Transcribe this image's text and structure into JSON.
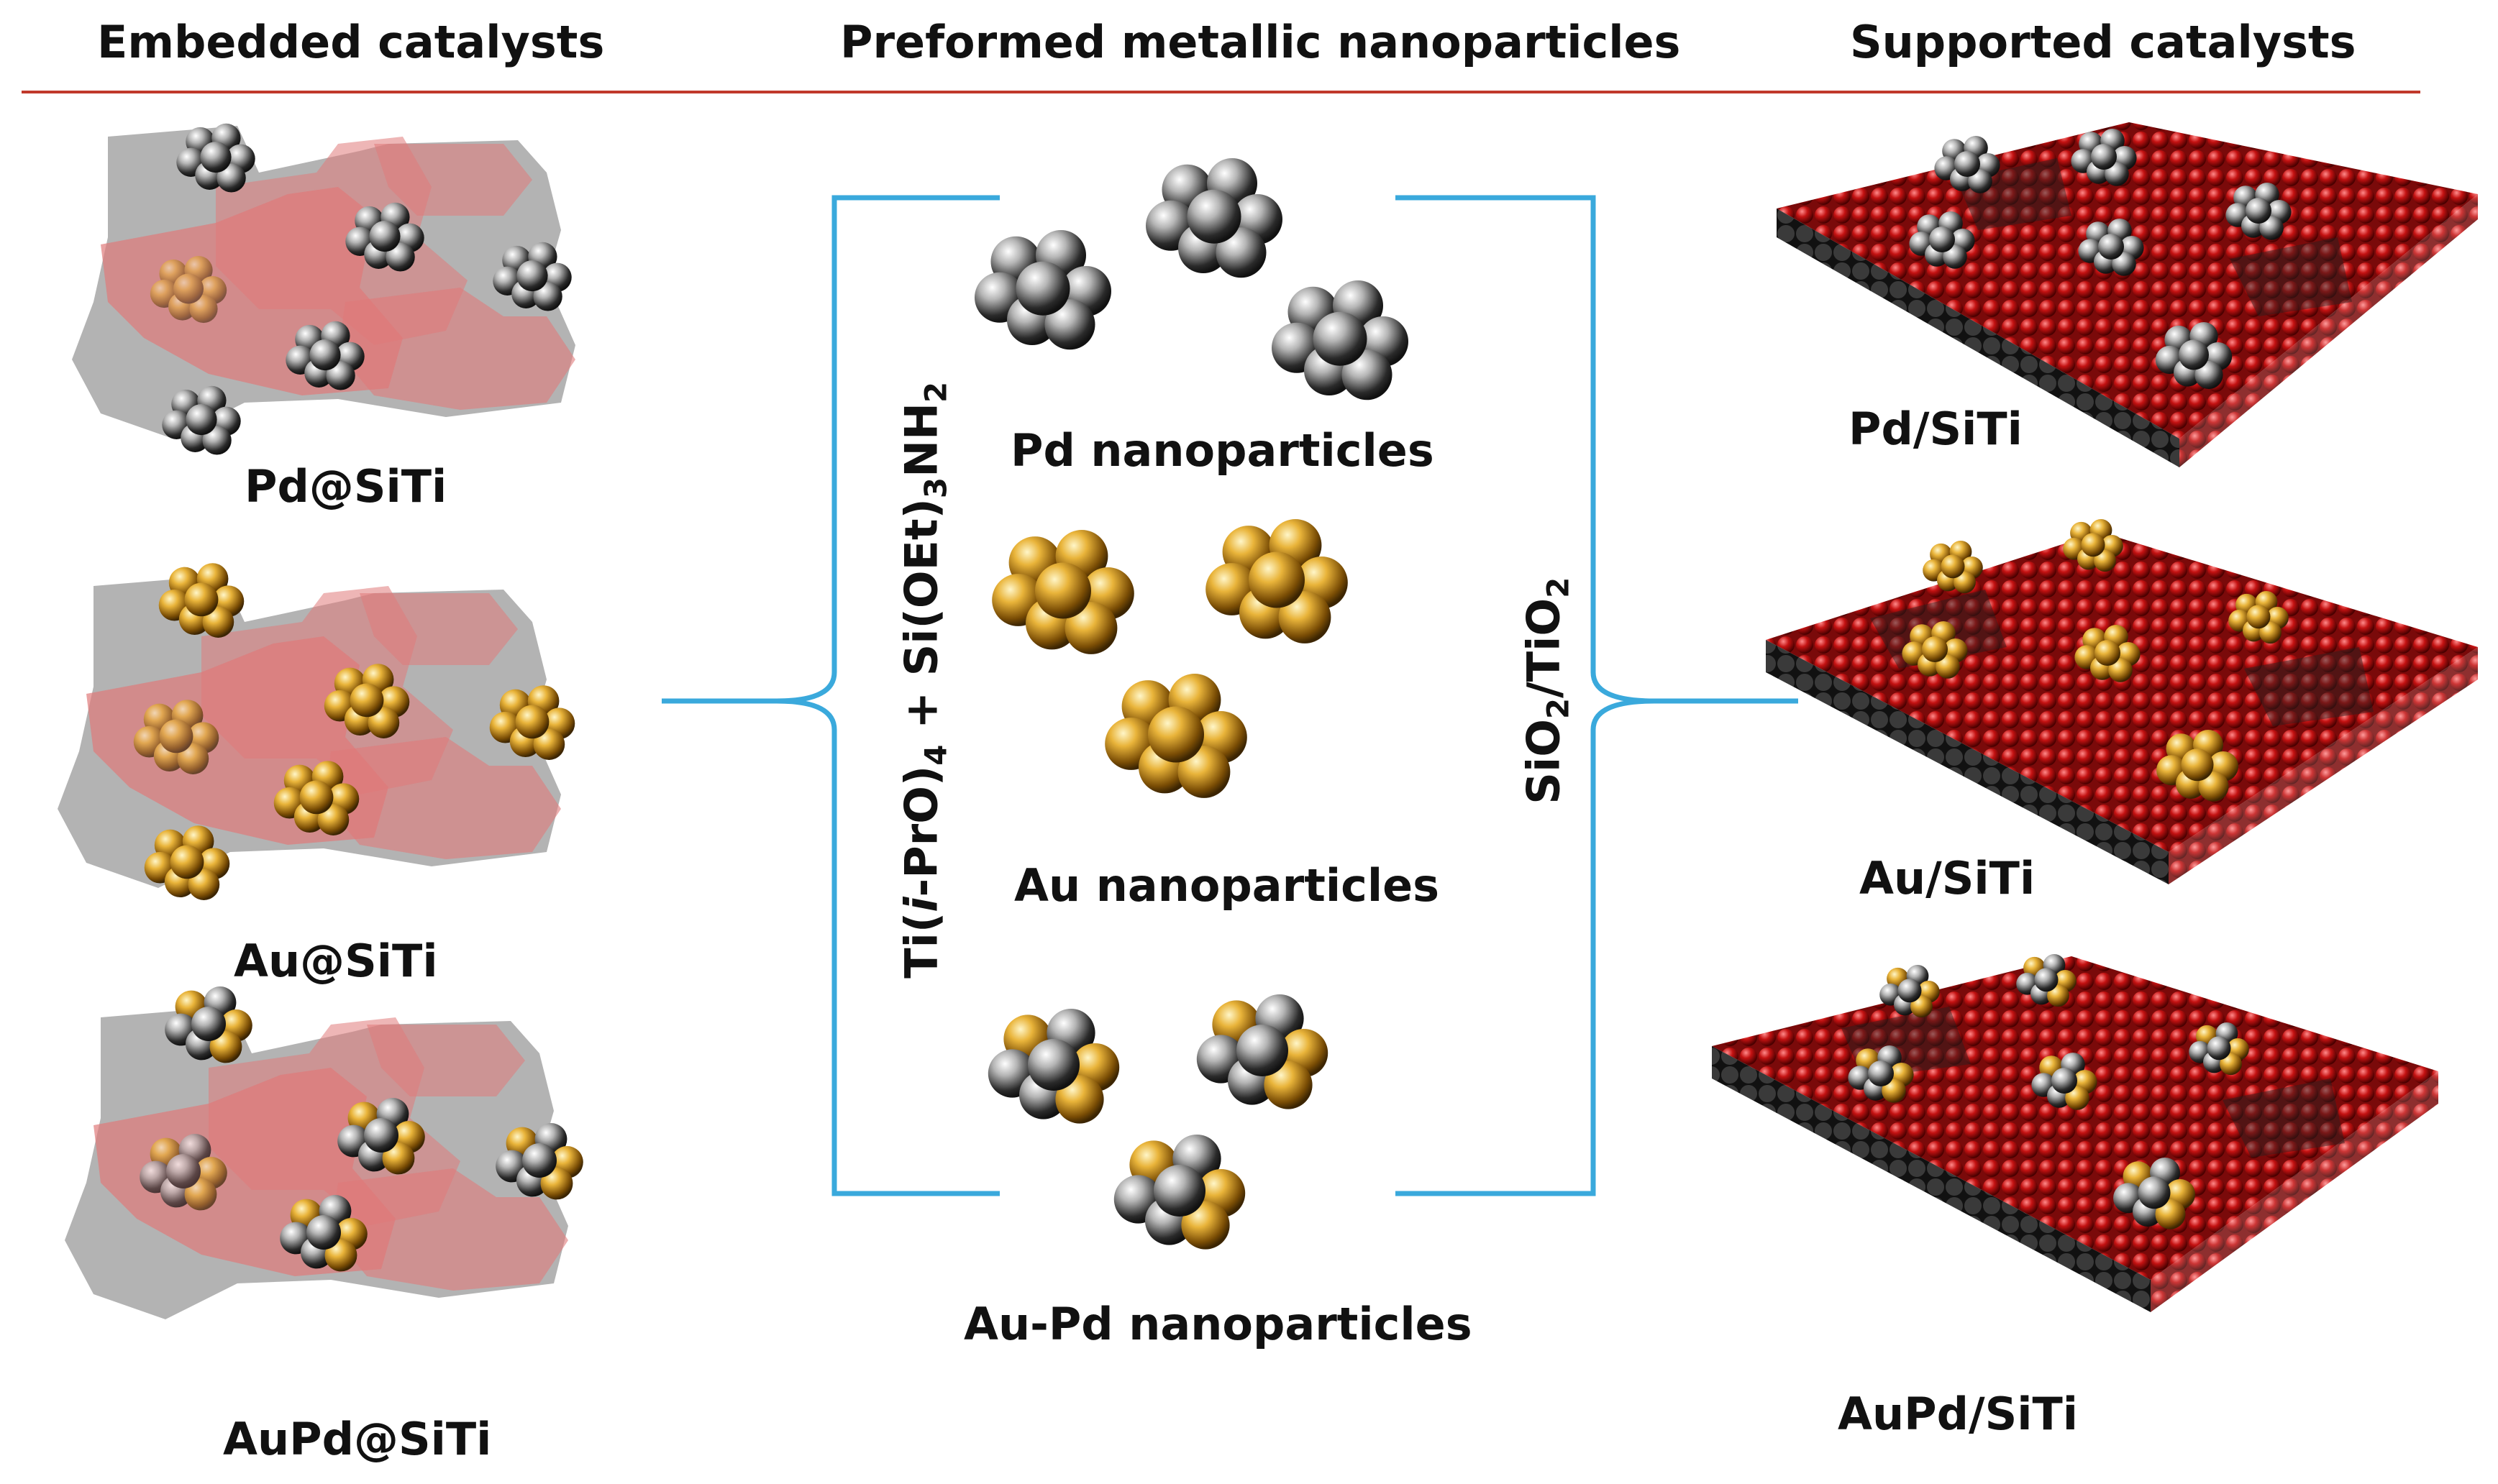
{
  "headers": {
    "embedded": "Embedded catalysts",
    "preformed": "Preformed metallic nanoparticles",
    "supported": "Supported catalysts"
  },
  "embedded_labels": [
    "Pd@SiTi",
    "Au@SiTi",
    "AuPd@SiTi"
  ],
  "nanoparticle_labels": [
    "Pd nanoparticles",
    "Au nanoparticles",
    "Au-Pd nanoparticles"
  ],
  "supported_labels": [
    "Pd/SiTi",
    "Au/SiTi",
    "AuPd/SiTi"
  ],
  "reagents": {
    "left_prefix": "Ti(",
    "left_italic": "i",
    "left_mid": "-PrO)",
    "left_sub1": "4",
    "left_plus": " + Si(OEt)",
    "left_sub2": "3",
    "left_nh": "NH",
    "left_sub3": "2",
    "right_a": "SiO",
    "right_sub1": "2",
    "right_b": "/TiO",
    "right_sub2": "2"
  },
  "colors": {
    "divider": "#c0392b",
    "bracket": "#3aa9dc",
    "matrix_gray": "#9a9a9a",
    "matrix_red": "#e07a7a",
    "pd_metal": "#8c8c8c",
    "au_metal": "#d49a1e",
    "support_red": "#b50f0f",
    "support_dark": "#2b2b2b"
  }
}
